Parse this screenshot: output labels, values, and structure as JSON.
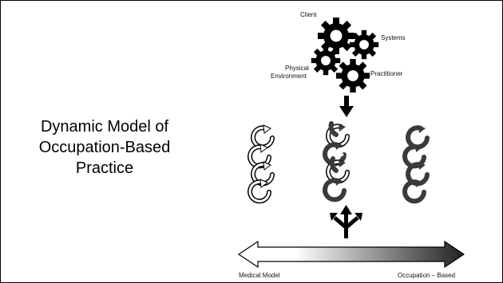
{
  "title_lines": [
    "Dynamic Model of",
    "Occupation-Based",
    "Practice"
  ],
  "gears": {
    "client": "Client",
    "systems": "Systems",
    "physical": "Physical",
    "environment": "Environment",
    "practitioner": "Practitioner"
  },
  "spectrum": {
    "left_label": "Medical Model",
    "right_label": "Occupation – Based"
  },
  "colors": {
    "dark": "#3a3a3a",
    "black": "#000000",
    "white": "#ffffff"
  }
}
